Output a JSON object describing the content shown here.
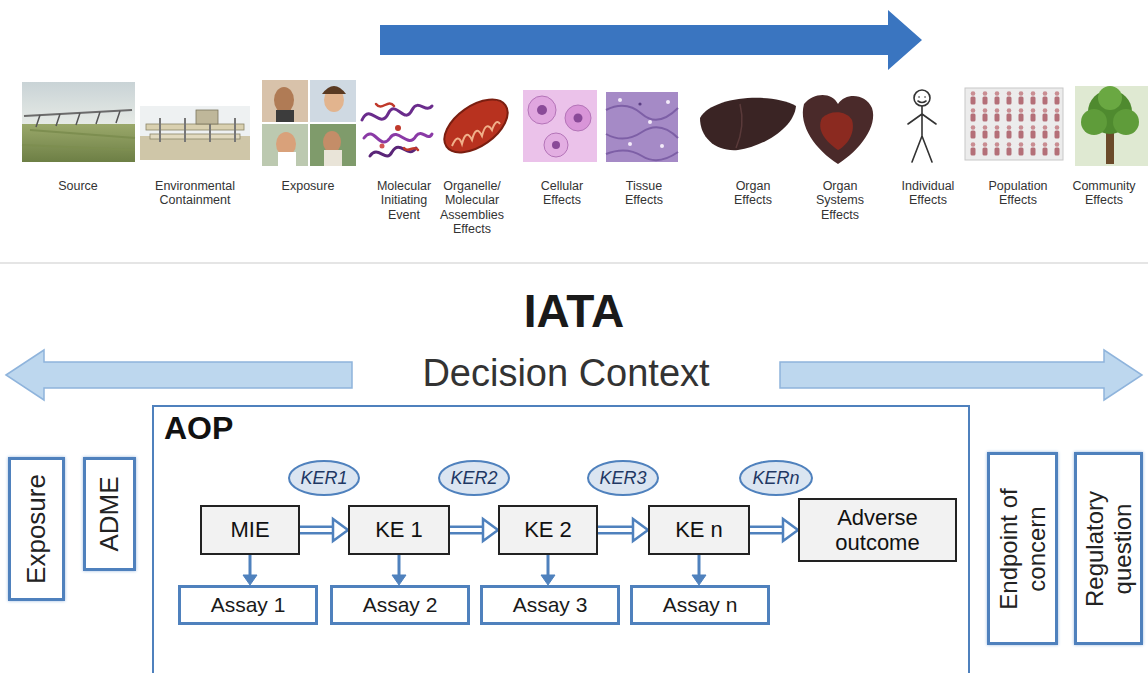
{
  "diagram": {
    "title": "IATA",
    "nodes": [
      {
        "text": [
          "Exposure"
        ]
      },
      {
        "text": [
          "ADME"
        ]
      },
      {
        "text": [
          "AOP"
        ]
      },
      {
        "text": [
          "KER1"
        ],
        "in": 2
      },
      {
        "text": [
          "KER2"
        ],
        "in": 2
      },
      {
        "text": [
          "KER3"
        ],
        "in": 2
      },
      {
        "text": [
          "KERn"
        ],
        "in": 2
      },
      {
        "text": [
          "MIE"
        ],
        "in": 2
      },
      {
        "text": [
          "KE 1"
        ],
        "in": 2
      },
      {
        "text": [
          "KE 2"
        ],
        "in": 2
      },
      {
        "text": [
          "KE n"
        ],
        "in": 2
      },
      {
        "text": [
          "Adverse outcome"
        ],
        "in": 2
      },
      {
        "text": [
          "Assay 1"
        ],
        "in": 2
      },
      {
        "text": [
          "Assay 2"
        ],
        "in": 2
      },
      {
        "text": [
          "Assay 3"
        ],
        "in": 2
      },
      {
        "text": [
          "Assay n"
        ],
        "in": 2
      },
      {
        "text": [
          "Endpoint of concern"
        ]
      },
      {
        "text": [
          "Regulatory question"
        ]
      }
    ],
    "edges": [
      {
        "from": 7,
        "to": 8,
        "arrow": "to"
      },
      {
        "from": 8,
        "to": 9,
        "arrow": "to"
      },
      {
        "from": 9,
        "to": 10,
        "arrow": "to"
      },
      {
        "from": 10,
        "to": 11,
        "arrow": "to"
      },
      {
        "from": 7,
        "to": 12,
        "arrow": "to"
      },
      {
        "from": 8,
        "to": 13,
        "arrow": "to"
      },
      {
        "from": 9,
        "to": 14,
        "arrow": "to"
      },
      {
        "from": 10,
        "to": 15,
        "arrow": "to"
      }
    ],
    "labels": [
      "Source",
      "Environmental Containment",
      "Exposure",
      "Molecular Initiating Event",
      "Organelle/ Molecular Assemblies Effects",
      "Cellular Effects",
      "Tissue Effects",
      "Organ Effects",
      "Organ Systems Effects",
      "Individual Effects",
      "Population Effects",
      "Community Effects",
      "Decision Context"
    ]
  }
}
